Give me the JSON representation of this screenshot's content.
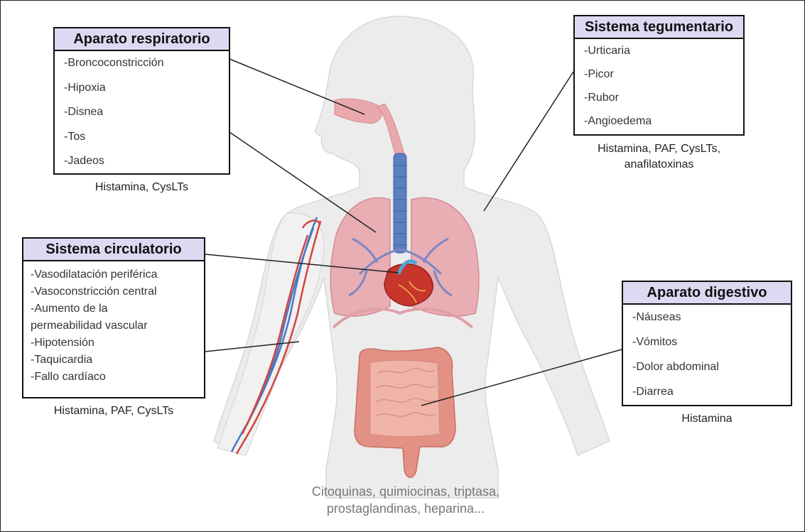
{
  "boxes": {
    "respiratorio": {
      "title": "Aparato respiratorio",
      "items": [
        "-Broncoconstricción",
        "-Hipoxia",
        "-Disnea",
        "-Tos",
        "-Jadeos"
      ],
      "mediators": "Histamina, CysLTs"
    },
    "tegumentario": {
      "title": "Sistema tegumentario",
      "items": [
        "-Urticaria",
        "-Picor",
        "-Rubor",
        "-Angioedema"
      ],
      "mediators_line1": "Histamina, PAF, CysLTs,",
      "mediators_line2": "anafilatoxinas"
    },
    "circulatorio": {
      "title": "Sistema circulatorio",
      "items": [
        "-Vasodilatación periférica",
        "-Vasoconstricción central",
        "-Aumento de la",
        "permeabilidad vascular",
        "-Hipotensión",
        "-Taquicardia",
        "-Fallo cardíaco"
      ],
      "mediators": "Histamina, PAF, CysLTs"
    },
    "digestivo": {
      "title": "Aparato digestivo",
      "items": [
        "-Náuseas",
        "-Vómitos",
        "-Dolor abdominal",
        "-Diarrea"
      ],
      "mediators": "Histamina"
    }
  },
  "footer": {
    "line1": "Citoquinas, quimiocinas, triptasa,",
    "line2": "prostaglandinas, heparina..."
  },
  "colors": {
    "header_fill": "#ddd9f3",
    "body_fill": "#ebebeb",
    "lung_fill": "#e7a3aa",
    "trachea": "#5b7fbf",
    "heart": "#c8352c",
    "intestine": "#eaa596",
    "vein_blue": "#4a78c0",
    "artery_red": "#d2453f"
  }
}
